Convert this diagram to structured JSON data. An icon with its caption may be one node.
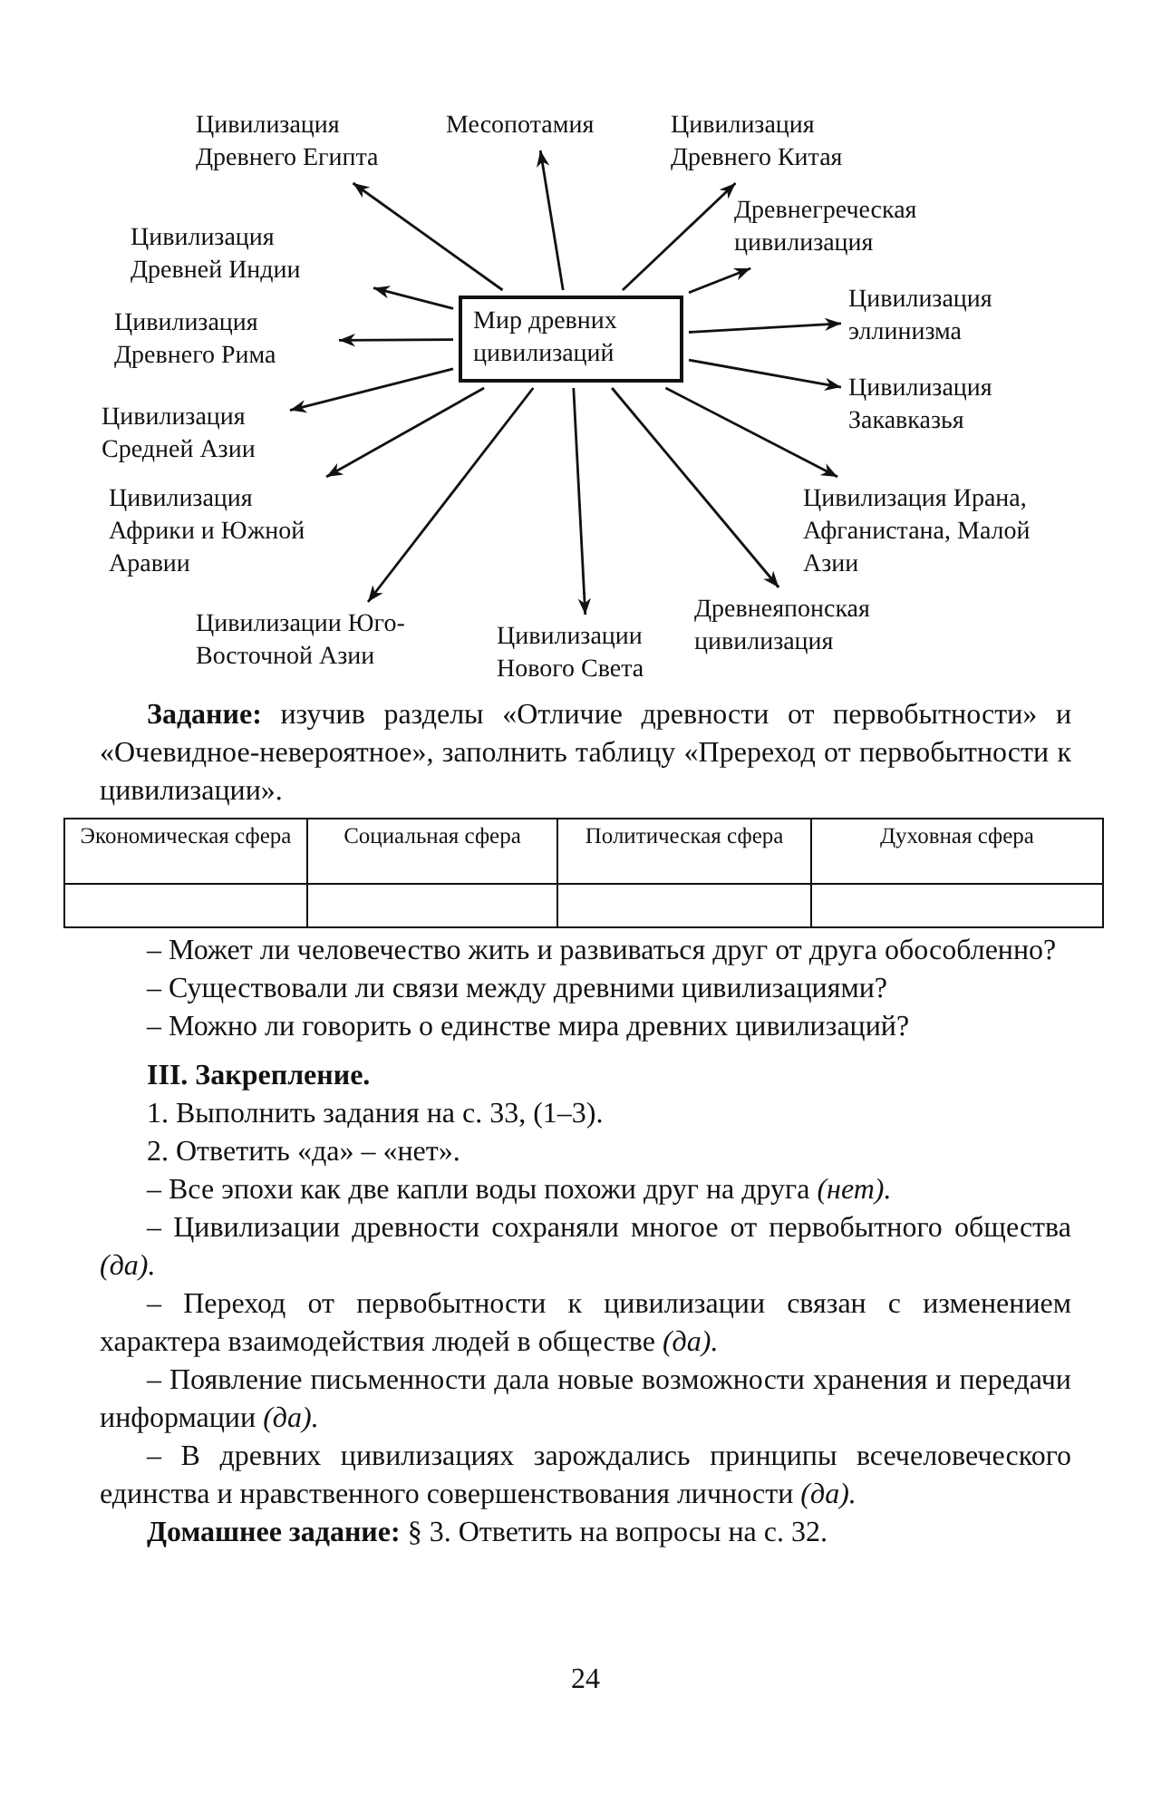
{
  "diagram": {
    "nodes": [
      {
        "text": [
          "Мир древних цивилизаций"
        ]
      },
      {
        "text": [
          "Цивилизация Древнего Египта"
        ]
      },
      {
        "text": [
          "Месопотамия"
        ]
      },
      {
        "text": [
          "Цивилизация Древнего Китая"
        ]
      },
      {
        "text": [
          "Древнегреческая цивилизация"
        ]
      },
      {
        "text": [
          "Цивилизация Древней Индии"
        ]
      },
      {
        "text": [
          "Цивилизация эллинизма"
        ]
      },
      {
        "text": [
          "Цивилизация Древнего Рима"
        ]
      },
      {
        "text": [
          "Цивилизация Закавказья"
        ]
      },
      {
        "text": [
          "Цивилизация Средней Азии"
        ]
      },
      {
        "text": [
          "Цивилизация Африки и Южной Аравии"
        ]
      },
      {
        "text": [
          "Цивилизация Ирана, Афганистана, Малой Азии"
        ]
      },
      {
        "text": [
          "Цивилизации Юго-Восточной Азии"
        ]
      },
      {
        "text": [
          "Цивилизации Нового Света"
        ]
      },
      {
        "text": [
          "Древнеяпонская цивилизация"
        ]
      }
    ],
    "edges": [
      {
        "from": 0,
        "to": 1,
        "arrow": "to"
      },
      {
        "from": 0,
        "to": 2,
        "arrow": "to"
      },
      {
        "from": 0,
        "to": 3,
        "arrow": "to"
      },
      {
        "from": 0,
        "to": 4,
        "arrow": "to"
      },
      {
        "from": 0,
        "to": 5,
        "arrow": "to"
      },
      {
        "from": 0,
        "to": 6,
        "arrow": "to"
      },
      {
        "from": 0,
        "to": 7,
        "arrow": "to"
      },
      {
        "from": 0,
        "to": 8,
        "arrow": "to"
      },
      {
        "from": 0,
        "to": 9,
        "arrow": "to"
      },
      {
        "from": 0,
        "to": 10,
        "arrow": "to"
      },
      {
        "from": 0,
        "to": 11,
        "arrow": "to"
      },
      {
        "from": 0,
        "to": 12,
        "arrow": "to"
      },
      {
        "from": 0,
        "to": 13,
        "arrow": "to"
      },
      {
        "from": 0,
        "to": 14,
        "arrow": "to"
      }
    ],
    "labels": [
      "**Задание:** изучив разделы «Отличие древности от первобытности» и «Очевидное-невероятное», заполнить таблицу «Пререход от первобытности к цивилизации».",
      "Экономическая сфера",
      "Социальная сфера",
      "Политическая сфера",
      "Духовная сфера",
      "– Может ли человечество жить и развиваться друг от друга обособленно?",
      "– Существовали ли связи между древними цивилизациями?",
      "– Можно ли говорить о единстве мира древних цивилизаций?",
      "III. Закрепление.",
      "1. Выполнить задания на с. 33, (1–3).",
      "2. Ответить «да» – «нет».",
      "– Все эпохи как две капли воды похожи друг на друга *(нет).*",
      "– Цивилизации древности сохраняли многое от первобытного общества *(да).*",
      "– Переход от первобытности к цивилизации связан с изменением характера взаимодействия людей в обществе *(да).*",
      "– Появление письменности дала новые возможности хранения и передачи информации *(да).*",
      "– В древних цивилизациях зарождались принципы всечеловеческого единства и нравственного совершенствования личности *(да).*",
      "**Домашнее задание:** § 3. Ответить на вопросы на с. 32.",
      "24"
    ]
  }
}
